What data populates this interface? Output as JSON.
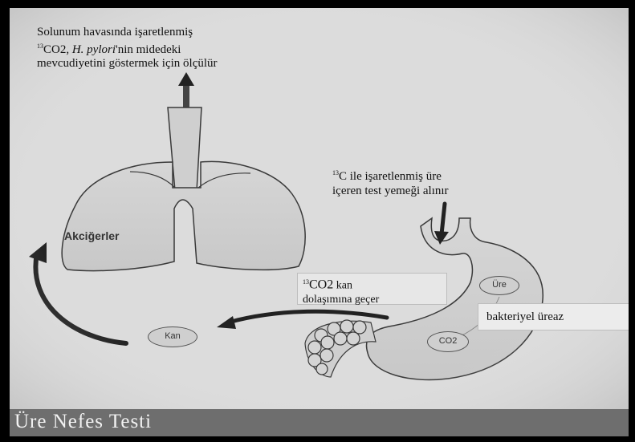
{
  "top_caption": {
    "line1": "Solunum havasında işaretlenmiş",
    "line2_sup": "13",
    "line2_pre": "CO2, ",
    "line2_italic": "H. pylori",
    "line2_post": "'nin midedeki",
    "line3": "mevcudiyetini göstermek için ölçülür"
  },
  "meal_caption": {
    "sup": "13",
    "line1": "C ile işaretlenmiş üre",
    "line2": "içeren test yemeği alınır"
  },
  "lungs_label": "Akciğerler",
  "co2_box": {
    "sup": "13",
    "big": "CO2",
    "line1_rest": " kan",
    "line2": "dolaşımına geçer"
  },
  "urease_label": "bakteriyel üreaz",
  "ovals": {
    "ure": "Üre",
    "kan": "Kan",
    "co2": "CO2"
  },
  "slide_title": "Üre Nefes Testi",
  "colors": {
    "background": "#dcdcdc",
    "title_bar": "#6e6e6e",
    "outline": "#3a3a3a"
  }
}
